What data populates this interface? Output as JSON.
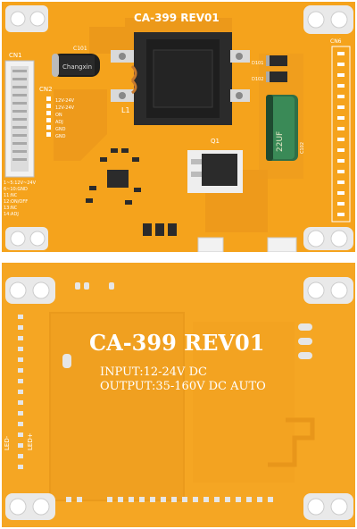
{
  "front": {
    "board_title": "CA-399  REV01",
    "labels": {
      "cn1": "CN1",
      "cn2": "CN2",
      "cn6": "CN6",
      "c101": "C101",
      "l1": "L1",
      "d101": "D101",
      "d102": "D102",
      "q1": "Q1",
      "c102": "C102",
      "cap_value": "22UF",
      "cap_brand": "Changxin",
      "pins": [
        "12V-24V",
        "12V-24V",
        "ON",
        "ADJ",
        "GND",
        "GND"
      ],
      "left_notes": [
        "1~5:12V~24V",
        "6~10:GND",
        "11:NC",
        "12:ON/OFF",
        "13:NC",
        "14:ADJ"
      ]
    }
  },
  "back": {
    "board_title": "CA-399  REV01",
    "input_spec": "INPUT:12-24V  DC",
    "output_spec": "OUTPUT:35-160V  DC  AUTO",
    "led_minus": "LED-",
    "led_plus": "LED+"
  },
  "colors": {
    "pcb_front": "#f5a31c",
    "pcb_back": "#f5a623",
    "trace": "#e9951a",
    "silk": "#ffffff"
  }
}
